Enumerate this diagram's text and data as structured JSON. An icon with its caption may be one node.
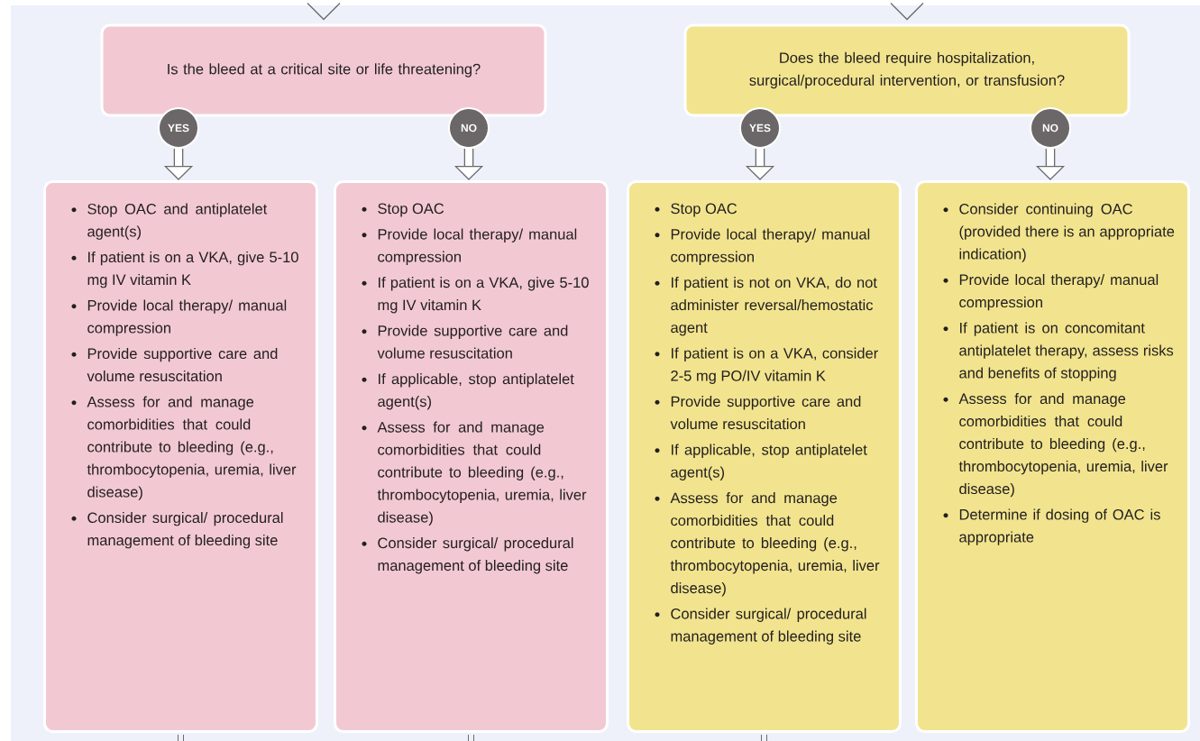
{
  "diagram": {
    "nodes": [
      {
        "text": [
          "Is the bleed at a critical site or life threatening?"
        ]
      },
      {
        "text": [
          "Does the bleed require hospitalization, surgical/procedural intervention, or transfusion?"
        ]
      },
      {
        "text": [
          "YES"
        ]
      },
      {
        "text": [
          "NO"
        ]
      },
      {
        "text": [
          "YES"
        ]
      },
      {
        "text": [
          "NO"
        ]
      },
      {
        "text": [
          "Stop OAC and antiplatelet agent(s)",
          "If patient is on a VKA, give 5-10 mg IV vitamin K",
          "Provide local therapy/ manual compression",
          "Provide supportive care and volume resuscitation",
          "Assess for and manage comorbidities that could contribute to bleeding (e.g., thrombocytopenia, uremia, liver disease)",
          "Consider surgical/ procedural management of bleeding site"
        ]
      },
      {
        "text": [
          "Stop OAC",
          "Provide local therapy/ manual compression",
          "If patient is on a VKA, give 5-10 mg IV vitamin K",
          "Provide supportive care and volume resuscitation",
          "If applicable, stop antiplatelet agent(s)",
          "Assess for and manage comorbidities that could contribute to bleeding (e.g., thrombocytopenia, uremia, liver disease)",
          "Consider surgical/ procedural management of bleeding site"
        ]
      },
      {
        "text": [
          "Stop OAC",
          "Provide local therapy/ manual compression",
          "If patient is not on VKA, do not administer reversal/hemostatic agent",
          "If patient is on a VKA, consider 2-5 mg PO/IV vitamin K",
          "Provide supportive care and volume resuscitation",
          "If applicable, stop antiplatelet agent(s)",
          "Assess for and manage comorbidities that could contribute to bleeding (e.g., thrombocytopenia, uremia, liver disease)",
          "Consider surgical/ procedural management of bleeding site"
        ]
      },
      {
        "text": [
          "Consider continuing OAC (provided there is an appropriate indication)",
          "Provide local therapy/ manual compression",
          "If patient is on concomitant antiplatelet therapy, assess risks and benefits of stopping",
          "Assess for and manage comorbidities that could contribute to bleeding (e.g., thrombocytopenia, uremia, liver disease)",
          "Determine if dosing of OAC is appropriate"
        ]
      }
    ],
    "edges": [
      {
        "from": null,
        "to": 0,
        "arrow": "to"
      },
      {
        "from": null,
        "to": 1,
        "arrow": "to"
      },
      {
        "from": 2,
        "to": 6,
        "arrow": "to",
        "style": "thick"
      },
      {
        "from": 3,
        "to": 7,
        "arrow": "to",
        "style": "thick"
      },
      {
        "from": 4,
        "to": 8,
        "arrow": "to",
        "style": "thick"
      },
      {
        "from": 5,
        "to": 9,
        "arrow": "to",
        "style": "thick"
      },
      {
        "from": 6,
        "to": null,
        "arrow": "none"
      },
      {
        "from": 7,
        "to": null,
        "arrow": "none"
      },
      {
        "from": 8,
        "to": null,
        "arrow": "none"
      }
    ]
  }
}
